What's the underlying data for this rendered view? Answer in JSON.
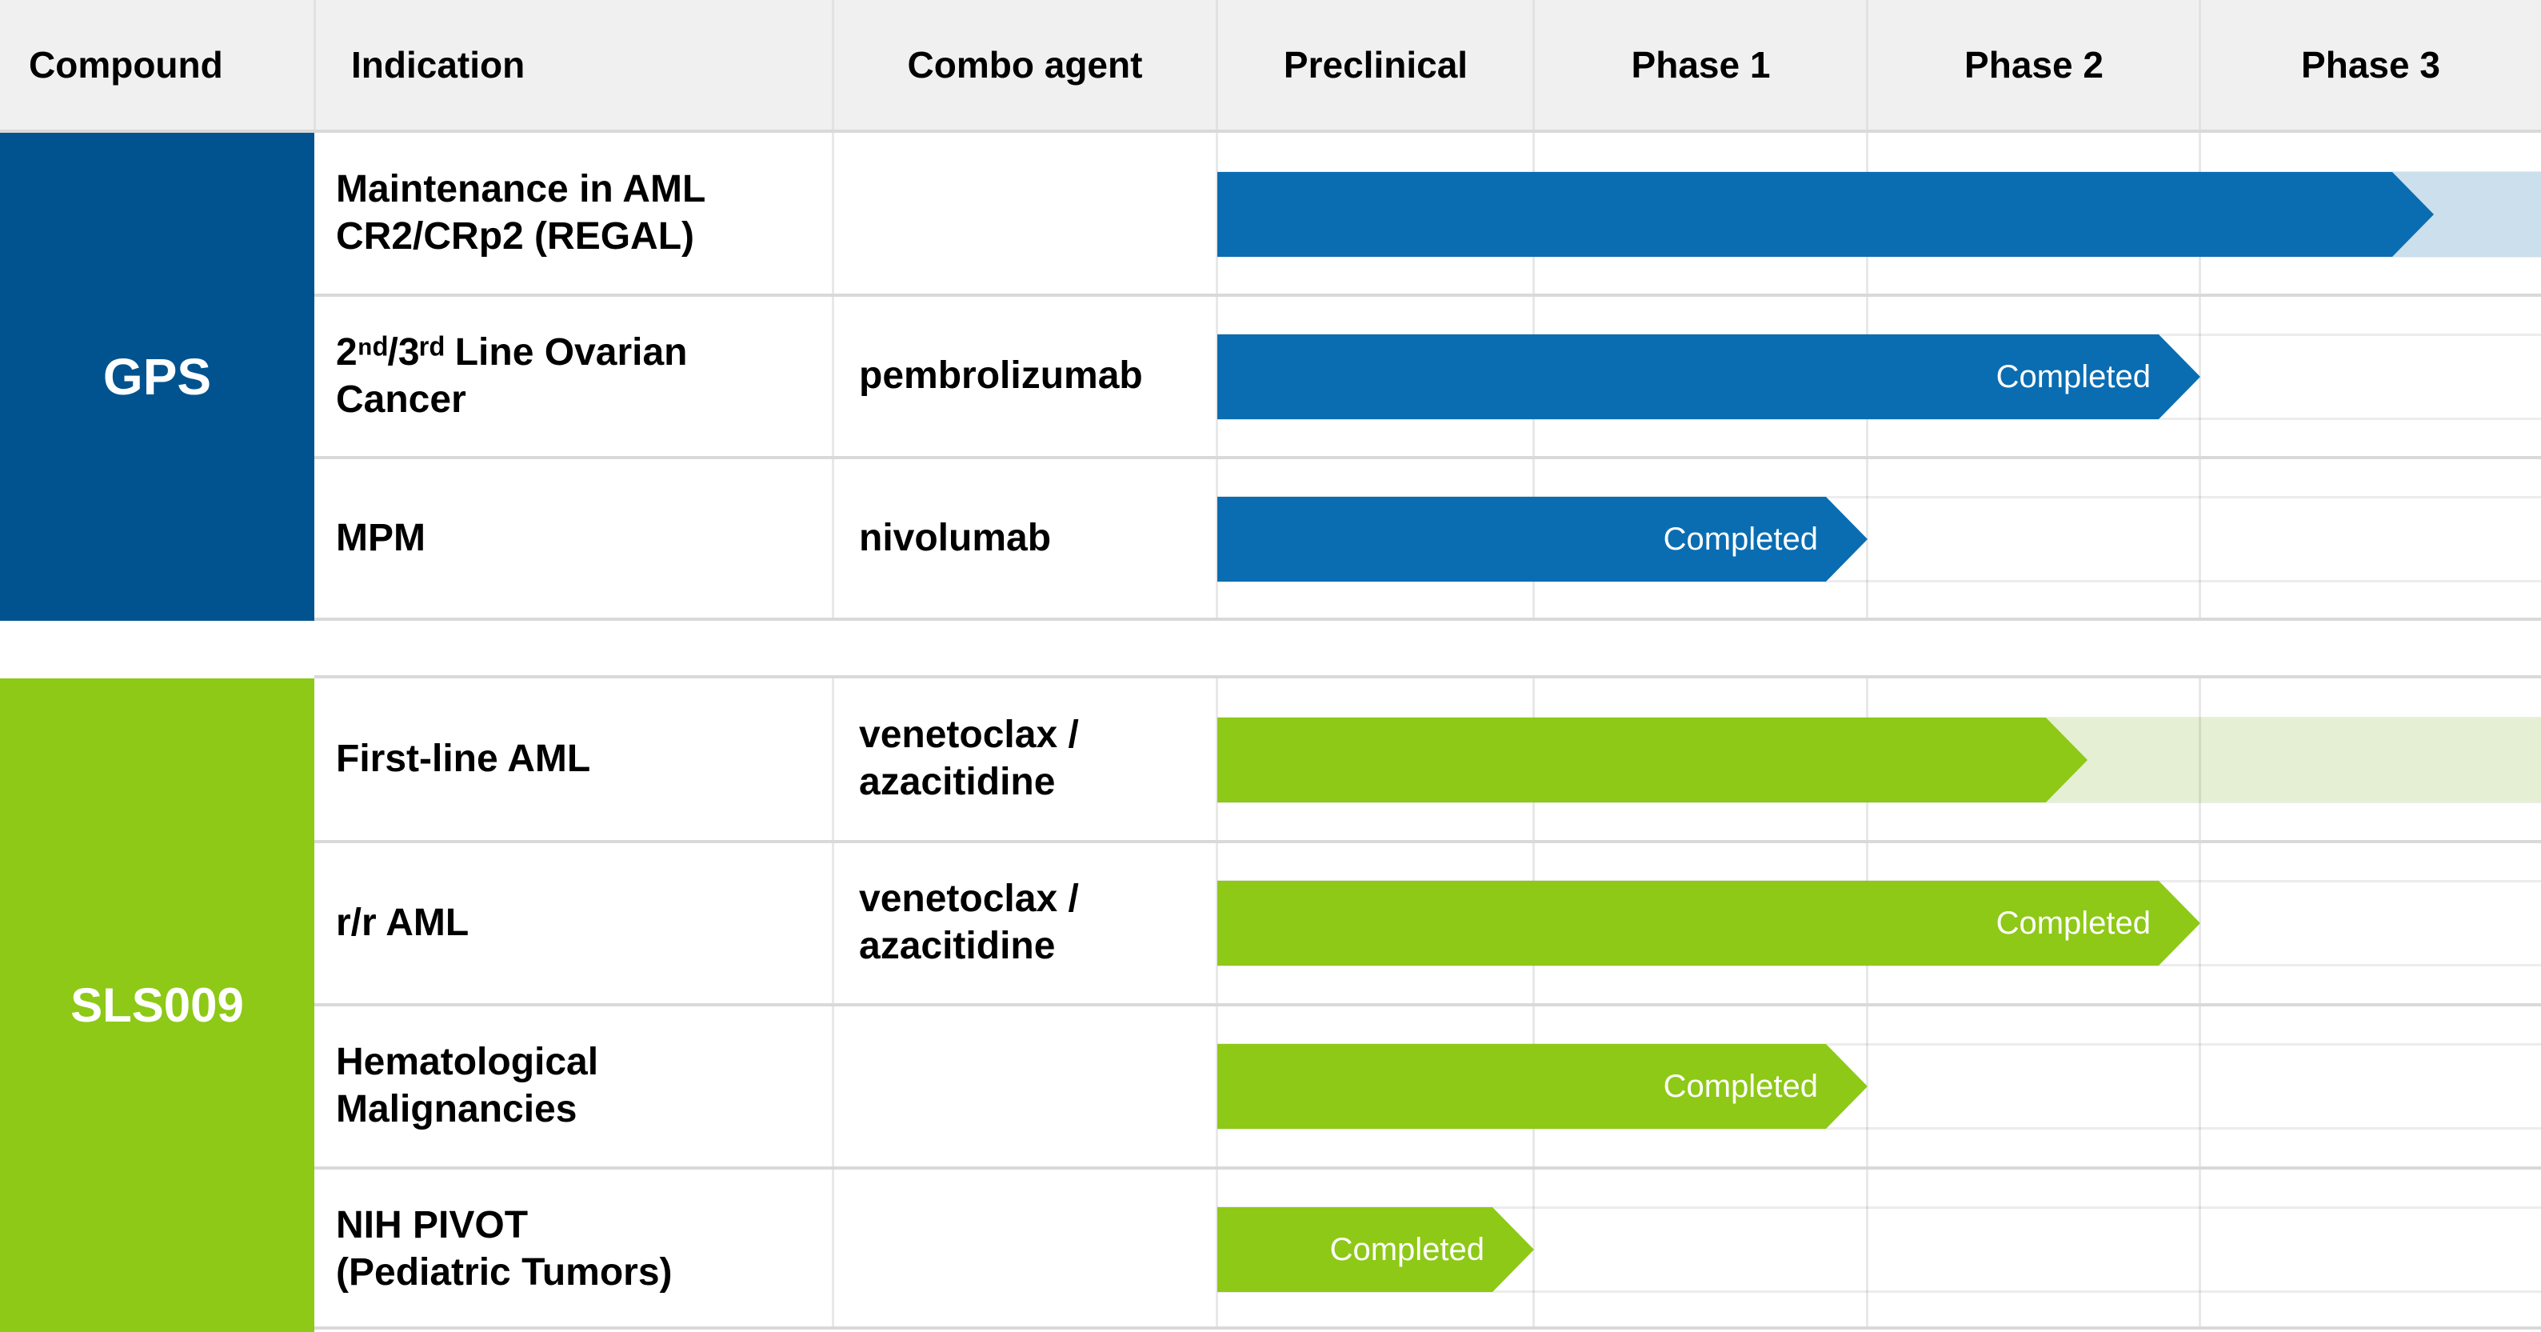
{
  "header": {
    "columns": [
      "Compound",
      "Indication",
      "Combo agent",
      "Preclinical",
      "Phase 1",
      "Phase 2",
      "Phase 3"
    ]
  },
  "sections": [
    {
      "compound": "GPS",
      "color": "#00538f",
      "bar_color": "#0a6db2",
      "projection_color": "#cbdfec",
      "rows": [
        {
          "indication": "Maintenance in AML\nCR2/CRp2 (REGAL)",
          "combo": "",
          "bar_label": ""
        },
        {
          "indication": "2ⁿᵈ/3ʳᵈ Line Ovarian\nCancer",
          "combo": "pembrolizumab",
          "bar_label": "Completed"
        },
        {
          "indication": "MPM",
          "combo": "nivolumab",
          "bar_label": "Completed"
        }
      ]
    },
    {
      "compound": "SLS009",
      "color": "#8dc916",
      "bar_color": "#8dc916",
      "projection_color": "#e5efd3",
      "rows": [
        {
          "indication": "First-line AML",
          "combo": "venetoclax /\nazacitidine",
          "bar_label": ""
        },
        {
          "indication": "r/r AML",
          "combo": "venetoclax /\nazacitidine",
          "bar_label": "Completed"
        },
        {
          "indication": "Hematological\nMalignancies",
          "combo": "",
          "bar_label": "Completed"
        },
        {
          "indication": "NIH PIVOT\n(Pediatric Tumors)",
          "combo": "",
          "bar_label": "Completed"
        }
      ]
    }
  ],
  "chart_data": {
    "type": "bar",
    "orientation": "horizontal",
    "title": "Clinical development pipeline by phase",
    "phase_axis": [
      "Preclinical",
      "Phase 1",
      "Phase 2",
      "Phase 3"
    ],
    "value_scale": "phases completed (1 = end of Preclinical, 4 = end of Phase 3)",
    "series": [
      {
        "compound": "GPS",
        "indication": "Maintenance in AML CR2/CRp2 (REGAL)",
        "combo_agent": "",
        "progress": 3.7,
        "projected_to": 4.0,
        "status_label": ""
      },
      {
        "compound": "GPS",
        "indication": "2nd/3rd Line Ovarian Cancer",
        "combo_agent": "pembrolizumab",
        "progress": 3.0,
        "projected_to": 3.0,
        "status_label": "Completed"
      },
      {
        "compound": "GPS",
        "indication": "MPM",
        "combo_agent": "nivolumab",
        "progress": 2.0,
        "projected_to": 2.0,
        "status_label": "Completed"
      },
      {
        "compound": "SLS009",
        "indication": "First-line AML",
        "combo_agent": "venetoclax / azacitidine",
        "progress": 2.6,
        "projected_to": 4.0,
        "status_label": ""
      },
      {
        "compound": "SLS009",
        "indication": "r/r AML",
        "combo_agent": "venetoclax / azacitidine",
        "progress": 3.0,
        "projected_to": 3.0,
        "status_label": "Completed"
      },
      {
        "compound": "SLS009",
        "indication": "Hematological Malignancies",
        "combo_agent": "",
        "progress": 2.0,
        "projected_to": 2.0,
        "status_label": "Completed"
      },
      {
        "compound": "SLS009",
        "indication": "NIH PIVOT (Pediatric Tumors)",
        "combo_agent": "",
        "progress": 1.0,
        "projected_to": 1.0,
        "status_label": "Completed"
      }
    ],
    "legend": null,
    "grid": true
  }
}
